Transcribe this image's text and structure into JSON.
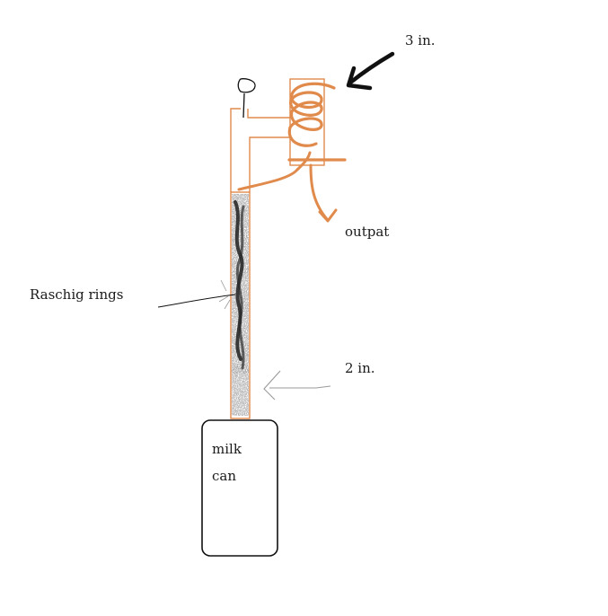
{
  "diagram": {
    "labels": {
      "top_dimension": "3 in.",
      "output": "outpat",
      "packing": "Raschig rings",
      "column_dimension": "2 in.",
      "vessel_line1": "milk",
      "vessel_line2": "can"
    },
    "colors": {
      "apparatus": "#e08a4c",
      "ink": "#111111",
      "pointer_gray": "#9a9a9a",
      "packing_dark": "#2e2e2e",
      "packing_light": "#b9b9b9"
    }
  }
}
